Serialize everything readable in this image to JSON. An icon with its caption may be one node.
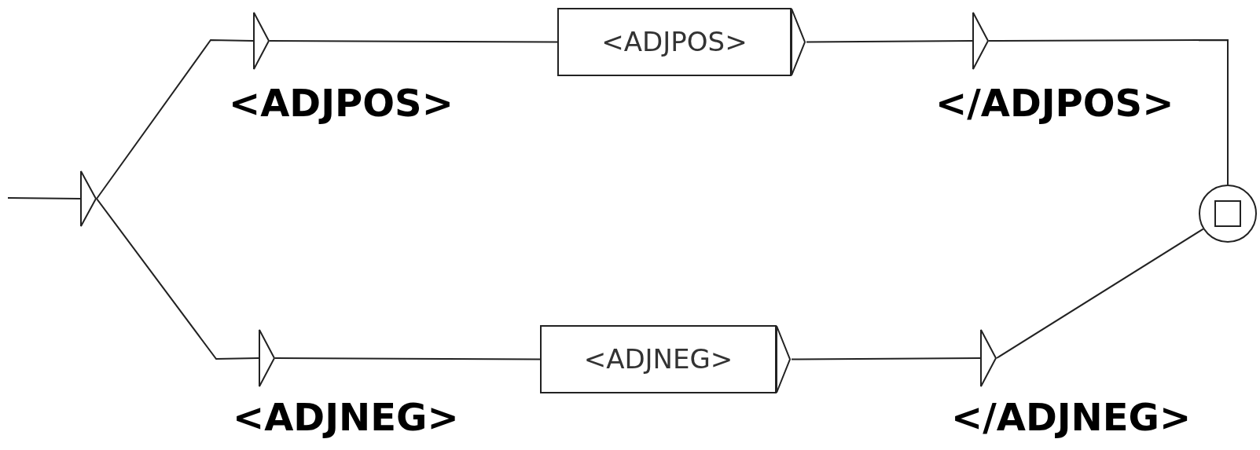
{
  "diagram": {
    "nodes": [
      {
        "text": [],
        "shape": "triangle"
      },
      {
        "text": [
          "<ADJPOS>"
        ]
      },
      {
        "text": [
          "<ADJPOS>"
        ]
      },
      {
        "text": [
          "</ADJPOS>"
        ]
      },
      {
        "text": [
          "<ADJNEG>"
        ]
      },
      {
        "text": [
          "<ADJNEG>"
        ]
      },
      {
        "text": [
          "</ADJNEG>"
        ]
      },
      {
        "text": [],
        "shape": "circle"
      }
    ],
    "edges": [
      {
        "from": null,
        "to": 0,
        "arrow": "none"
      },
      {
        "from": 0,
        "to": 1,
        "arrow": "none"
      },
      {
        "from": 1,
        "to": 2,
        "arrow": "none"
      },
      {
        "from": 2,
        "to": 3,
        "arrow": "none"
      },
      {
        "from": 3,
        "to": 7,
        "arrow": "none"
      },
      {
        "from": 0,
        "to": 4,
        "arrow": "none"
      },
      {
        "from": 4,
        "to": 5,
        "arrow": "none"
      },
      {
        "from": 5,
        "to": 6,
        "arrow": "none"
      },
      {
        "from": 6,
        "to": 7,
        "arrow": "none"
      }
    ]
  }
}
